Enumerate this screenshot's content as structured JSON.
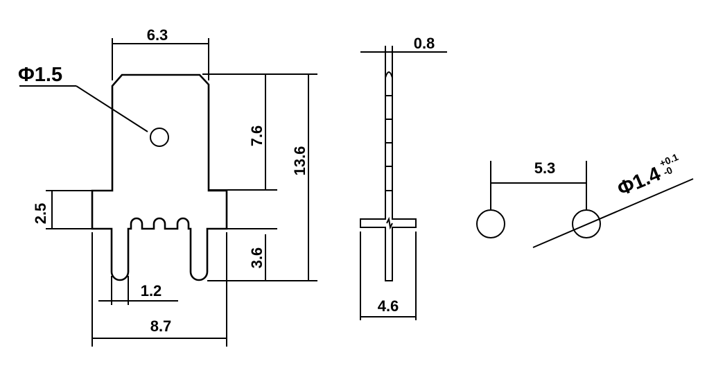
{
  "labels": {
    "hole_dia": "Φ1.5",
    "top_width": "6.3",
    "upper_height": "7.6",
    "total_height": "13.6",
    "flange_height": "2.5",
    "leg_height": "3.6",
    "slot_width": "1.2",
    "total_width": "8.7",
    "thickness": "0.8",
    "flange_width_side": "4.6",
    "pin_spacing": "5.3",
    "pin_hole_dia": "Φ1.4",
    "tol_plus": "+0.1",
    "tol_minus": "-0"
  }
}
